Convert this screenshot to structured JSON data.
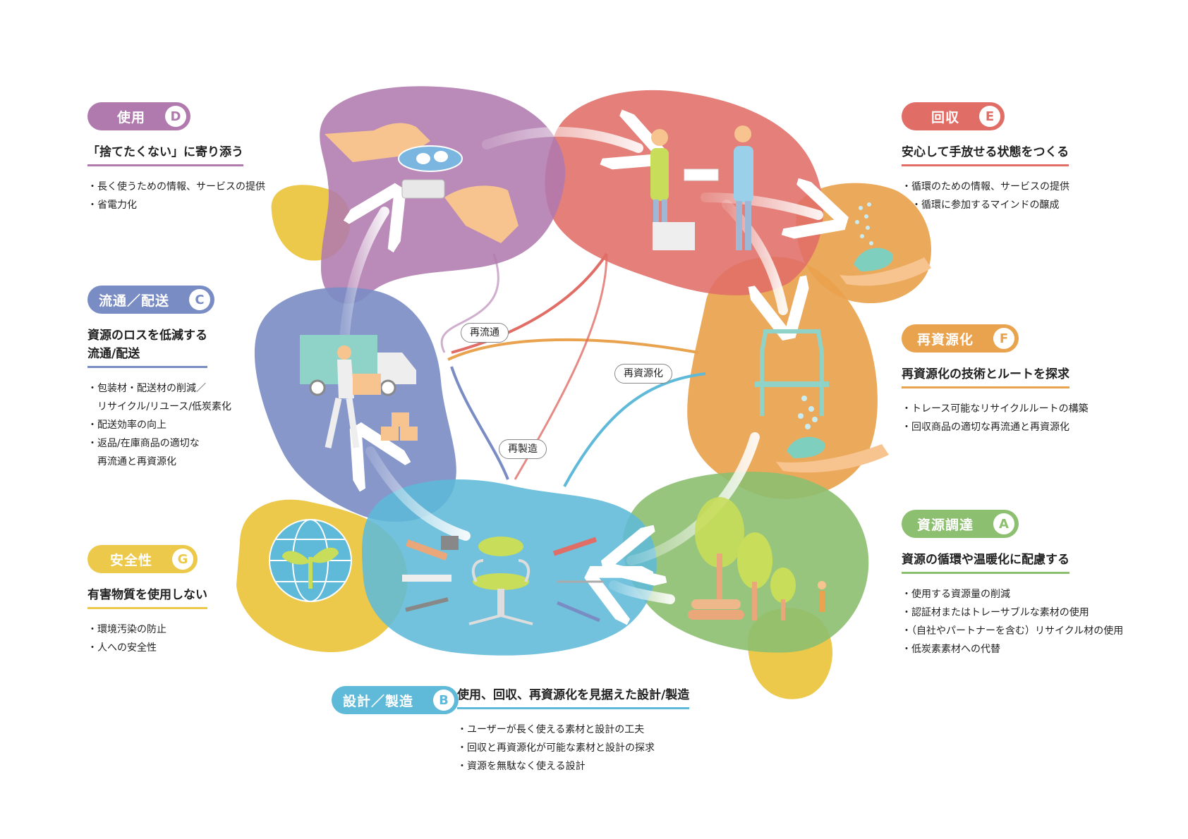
{
  "sections": {
    "D": {
      "name": "使用",
      "letter": "D",
      "color": "#b07aae",
      "subtitle": "「捨てたくない」に寄り添う",
      "items": [
        "・長く使うための情報、サービスの提供",
        "・省電力化"
      ]
    },
    "C": {
      "name": "流通／配送",
      "letter": "C",
      "color": "#7a8cc4",
      "subtitle_lines": [
        "資源のロスを低減する",
        "流通/配送"
      ],
      "items": [
        "・包装材・配送材の削減／",
        "　リサイクル/リユース/低炭素化",
        "・配送効率の向上",
        "・返品/在庫商品の適切な",
        "　再流通と再資源化"
      ]
    },
    "G": {
      "name": "安全性",
      "letter": "G",
      "color": "#ecc94a",
      "subtitle": "有害物質を使用しない",
      "items": [
        "・環境汚染の防止",
        "・人への安全性"
      ]
    },
    "E": {
      "name": "回収",
      "letter": "E",
      "color": "#e06d66",
      "subtitle": "安心して手放せる状態をつくる",
      "items": [
        "・循環のための情報、サービスの提供",
        "　・循環に参加するマインドの醸成"
      ]
    },
    "F": {
      "name": "再資源化",
      "letter": "F",
      "color": "#e9a24e",
      "subtitle": "再資源化の技術とルートを探求",
      "items": [
        "・トレース可能なリサイクルルートの構築",
        "・回収商品の適切な再流通と再資源化"
      ]
    },
    "A": {
      "name": "資源調達",
      "letter": "A",
      "color": "#8dbf70",
      "subtitle": "資源の循環や温暖化に配慮する",
      "items": [
        "・使用する資源量の削減",
        "・認証材またはトレーサブルな素材の使用",
        "・（自社やパートナーを含む）リサイクル材の使用",
        "・低炭素素材への代替"
      ]
    },
    "B": {
      "name": "設計／製造",
      "letter": "B",
      "color": "#5fb9d8",
      "subtitle": "使用、回収、再資源化を見据えた設計/製造",
      "items": [
        "・ユーザーが長く使える素材と設計の工夫",
        "・回収と再資源化が可能な素材と設計の探求",
        "・資源を無駄なく使える設計"
      ]
    }
  },
  "flow_labels": {
    "redistribution": "再流通",
    "recycling": "再資源化",
    "remanufacture": "再製造"
  },
  "icons": [
    "handing-device-icon",
    "handover-people-icon",
    "granules-hand-icon",
    "chair-recycle-icon",
    "forest-icon",
    "chair-tools-icon",
    "delivery-truck-icon",
    "globe-sprout-icon"
  ]
}
